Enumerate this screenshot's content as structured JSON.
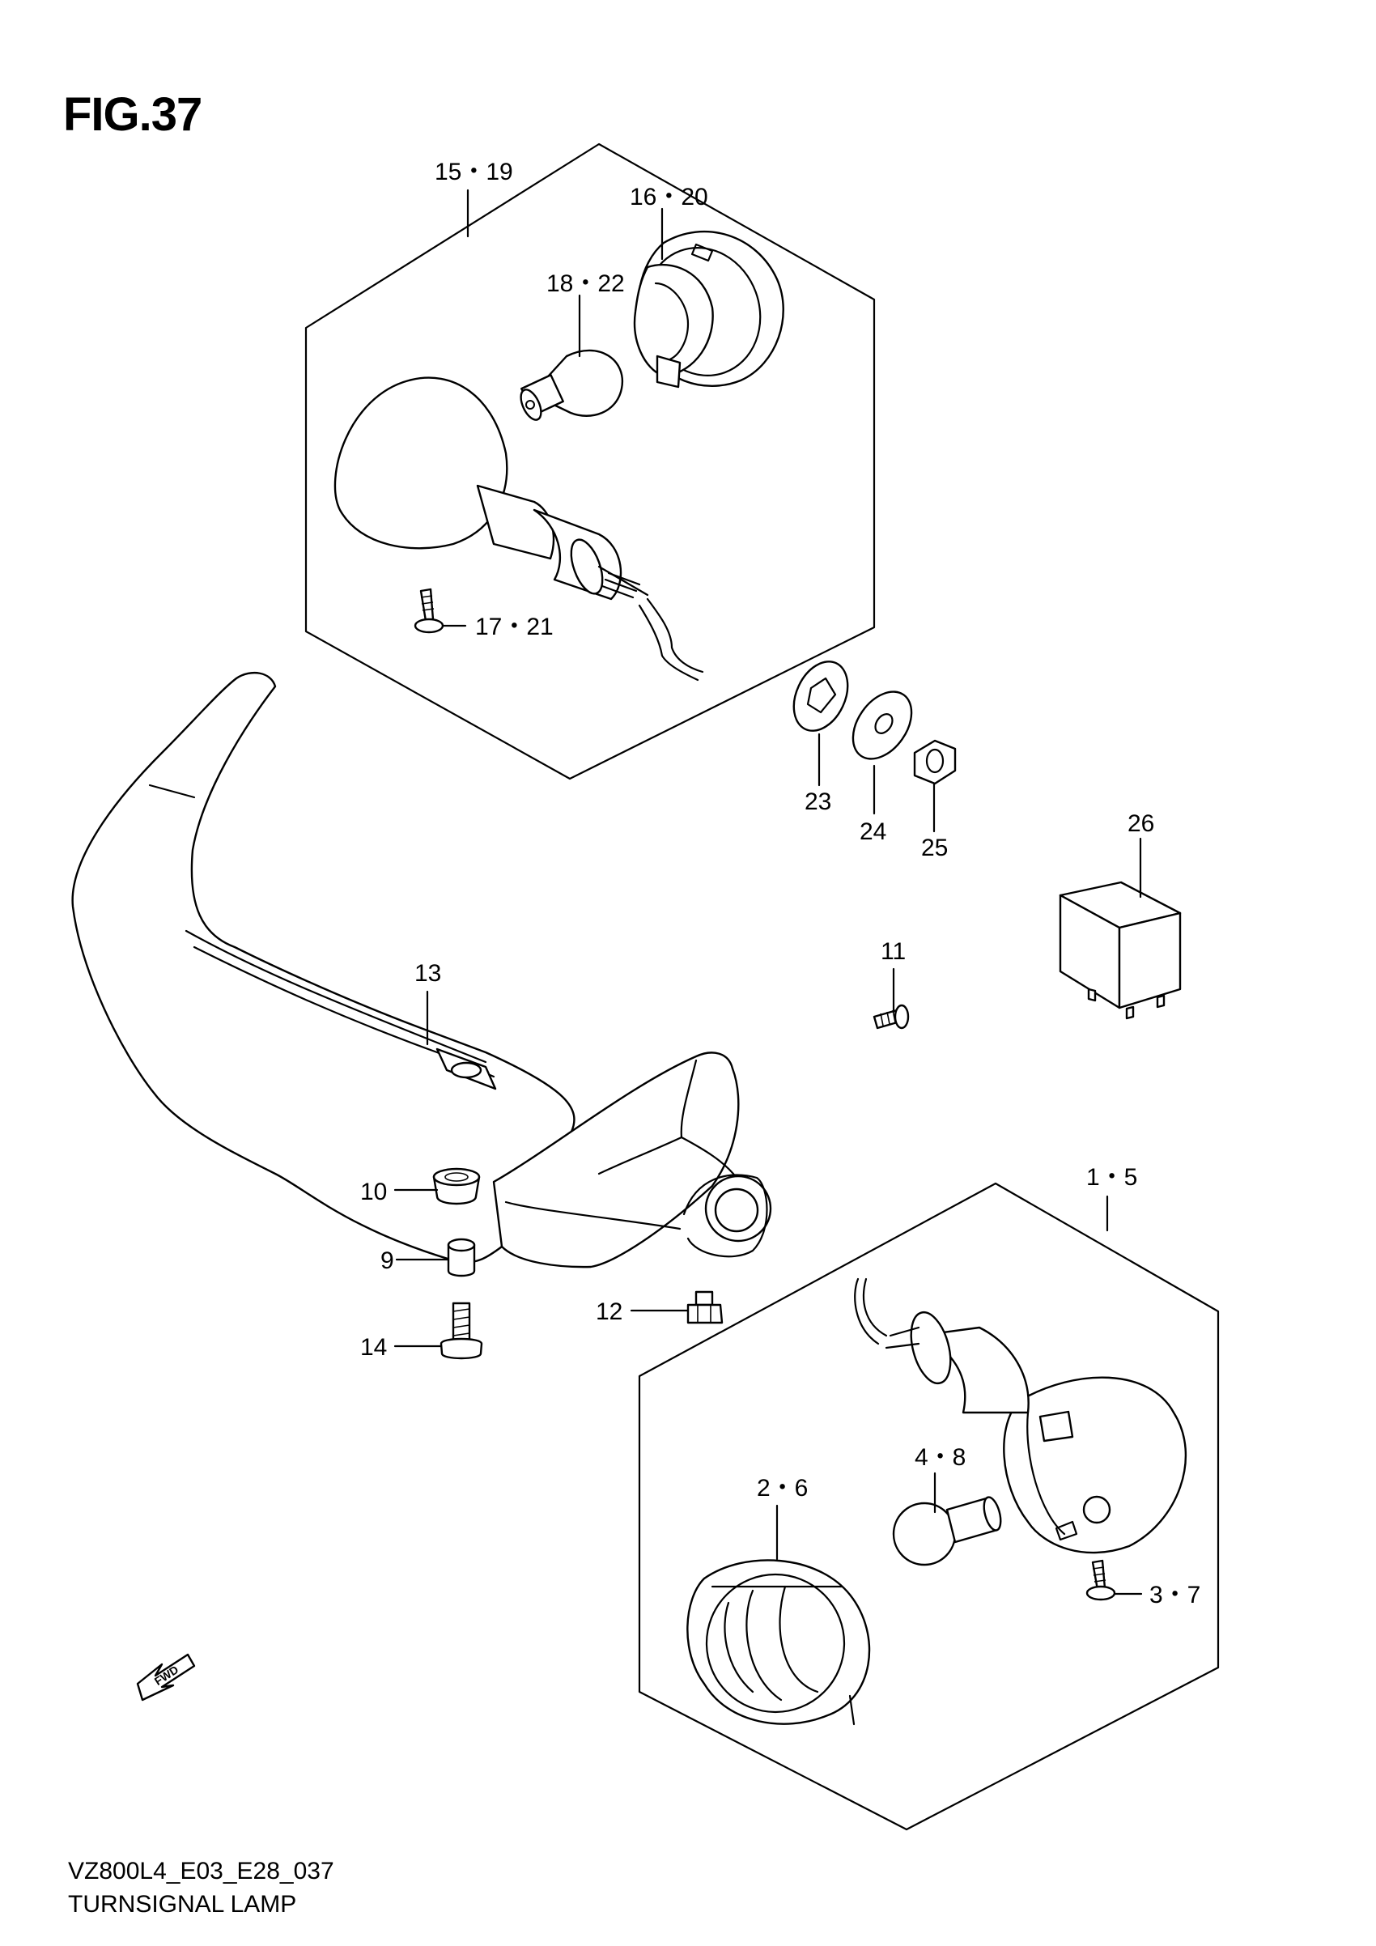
{
  "figure": {
    "title": "FIG.37",
    "code": "VZ800L4_E03_E28_037",
    "name": "TURNSIGNAL LAMP"
  },
  "callouts": {
    "c15_19": "15・19",
    "c16_20": "16・20",
    "c18_22": "18・22",
    "c17_21": "17・21",
    "c23": "23",
    "c24": "24",
    "c25": "25",
    "c26": "26",
    "c13": "13",
    "c11": "11",
    "c10": "10",
    "c9": "9",
    "c12": "12",
    "c14": "14",
    "c1_5": "1・5",
    "c4_8": "4・8",
    "c2_6": "2・6",
    "c3_7": "3・7"
  },
  "fwd_marker": "FWD"
}
